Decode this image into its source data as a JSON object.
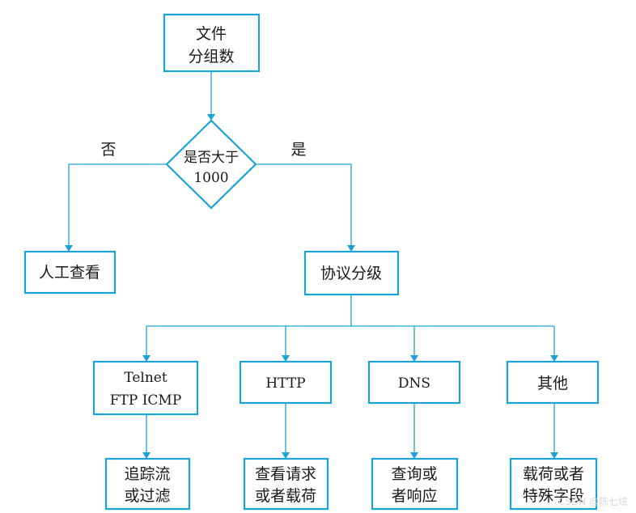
{
  "nodes": {
    "group_by_file": [
      "文件",
      "分组数"
    ],
    "decision": [
      "是否大于",
      "1000"
    ],
    "manual_review": [
      "人工查看"
    ],
    "protocol_group": [
      "协议分级"
    ],
    "telnet": [
      "Telnet",
      "FTP ICMP"
    ],
    "http": [
      "HTTP"
    ],
    "dns": [
      "DNS"
    ],
    "other": [
      "其他"
    ],
    "trace_filter": [
      "追踪流",
      "或过滤"
    ],
    "view_request": [
      "查看请求",
      "或者载荷"
    ],
    "query": [
      "查询或",
      "者响应"
    ],
    "payload_field": [
      "载荷或者",
      "特殊字段"
    ]
  },
  "edge_labels": {
    "no": "否",
    "yes": "是"
  },
  "watermark": "CSDN @陈七炫"
}
